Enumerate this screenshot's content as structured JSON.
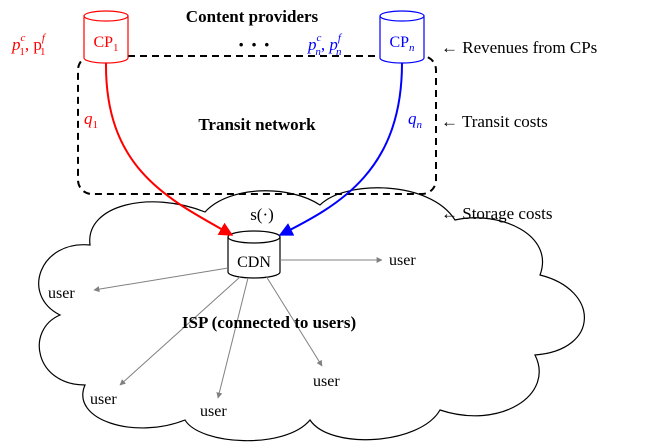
{
  "title": "Content providers",
  "dots": "· · ·",
  "transit_label": "Transit network",
  "isp_label": "ISP (connected to users)",
  "storage_fn": "s(·)",
  "cdn": "CDN",
  "user_label": "user",
  "annotations": {
    "revenues": "← Revenues from CPs",
    "transit_costs": "← Transit costs",
    "storage_costs": "← Storage costs"
  },
  "cp1": {
    "base": "CP",
    "sub": "1",
    "q": "q",
    "q_sub": "1",
    "price_c_sup": "c",
    "price_f_sup": "f",
    "price_sub": "1"
  },
  "cpn": {
    "base": "CP",
    "sub": "n",
    "q": "q",
    "q_sub": "n",
    "price_c_sup": "c",
    "price_f_sup": "f",
    "price_sub": "n"
  },
  "colors": {
    "cp1": "#ff0000",
    "cpn": "#0000ff",
    "user_arrow": "#808080",
    "stroke": "#000000"
  }
}
